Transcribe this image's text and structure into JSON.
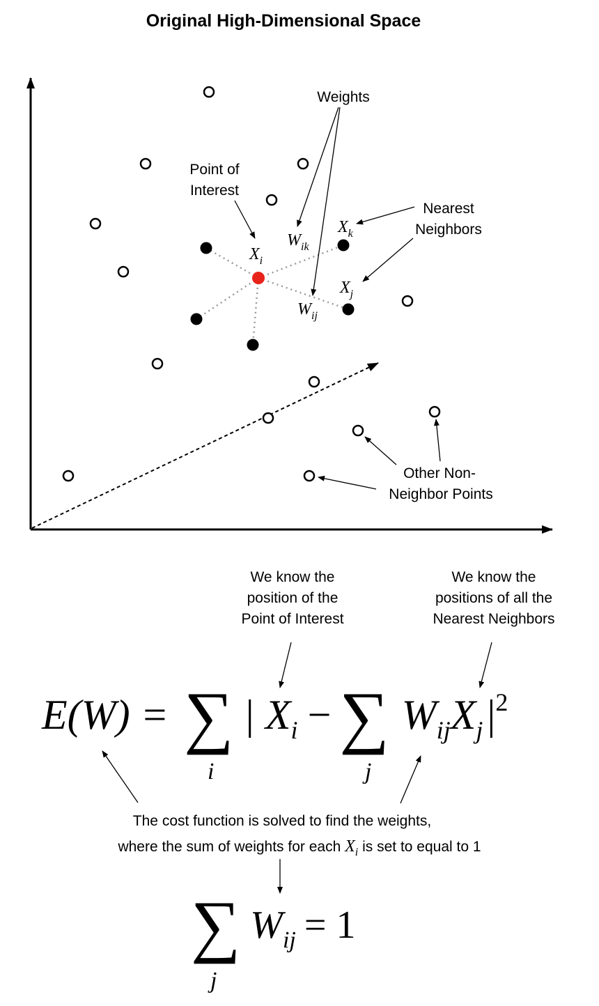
{
  "title": "Original High-Dimensional Space",
  "labels": {
    "weights": "Weights",
    "point_of_interest_1": "Point of",
    "point_of_interest_2": "Interest",
    "nearest_1": "Nearest",
    "nearest_2": "Neighbors",
    "other_1": "Other Non-",
    "other_2": "Neighbor Points",
    "xi": "X",
    "xi_sub": "i",
    "xk": "X",
    "xk_sub": "k",
    "xj": "X",
    "xj_sub": "j",
    "wik": "W",
    "wik_sub": "ik",
    "wij": "W",
    "wij_sub": "ij"
  },
  "notes": {
    "left_1": "We know the",
    "left_2": "position of the",
    "left_3": "Point of Interest",
    "right_1": "We know the",
    "right_2": "positions of all the",
    "right_3": "Nearest Neighbors",
    "bottom_1": "The cost function is solved to find the weights,",
    "bottom_2a": "where the sum of weights for each",
    "bottom_2x": "X",
    "bottom_2sub": "i",
    "bottom_2b": "is set to equal to 1"
  },
  "equation1": {
    "lhs": "E(W) =",
    "sum": "∑",
    "sum_idx_i": "i",
    "bar_x": "| X",
    "x_sub": "i",
    "minus": "−",
    "sum_idx_j": "j",
    "w": "W",
    "w_sub": "ij",
    "xj": "X",
    "xj_sub": "j",
    "tail": "|",
    "power": "2"
  },
  "equation2": {
    "sum": "∑",
    "idx": "j",
    "w": "W",
    "w_sub": "ij",
    "rhs": "= 1"
  },
  "colors": {
    "point_of_interest": "#e8241a",
    "neighbor_link": "#999999"
  }
}
